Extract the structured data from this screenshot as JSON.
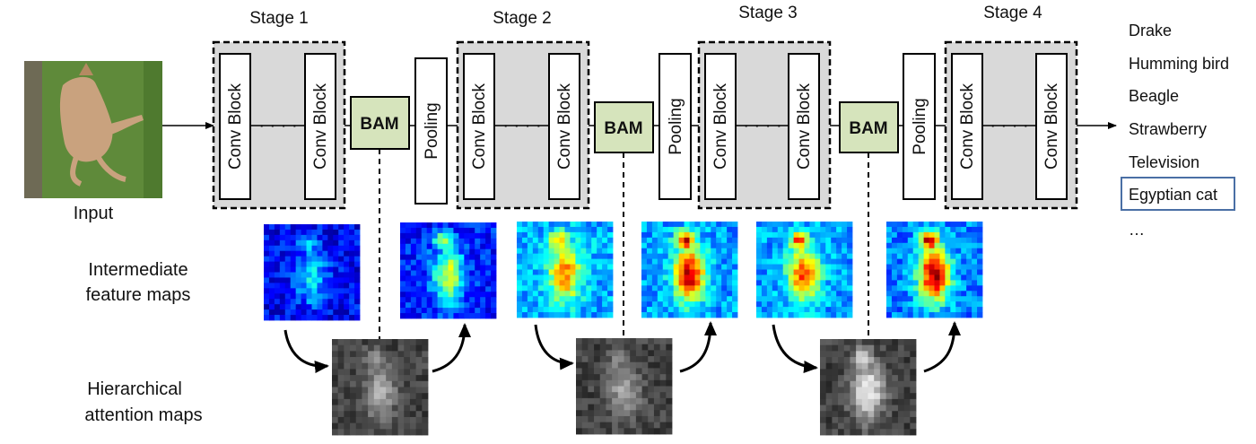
{
  "stages": [
    {
      "title": "Stage 1",
      "block_label": "Conv Block",
      "dots": "· · · ·"
    },
    {
      "title": "Stage 2",
      "block_label": "Conv Block",
      "dots": "· · · ·"
    },
    {
      "title": "Stage 3",
      "block_label": "Conv Block",
      "dots": "· · · ·"
    },
    {
      "title": "Stage 4",
      "block_label": "Conv Block",
      "dots": "· · · ·"
    }
  ],
  "bam_label": "BAM",
  "pooling_label": "Pooling",
  "input_label": "Input",
  "row_labels": {
    "feature_maps": [
      "Intermediate",
      "feature maps"
    ],
    "attention_maps": [
      "Hierarchical",
      "attention maps"
    ]
  },
  "classes": [
    "Drake",
    "Humming bird",
    "Beagle",
    "Strawberry",
    "Television",
    "Egyptian cat",
    "…"
  ],
  "highlighted_class": "Egyptian cat",
  "colors": {
    "stage_fill": "#d9d9d9",
    "bam_fill": "#d6e4bc",
    "highlight_border": "#4a6fa5",
    "heatmap_low": "#0a28c8",
    "heatmap_high": "#e01010"
  }
}
